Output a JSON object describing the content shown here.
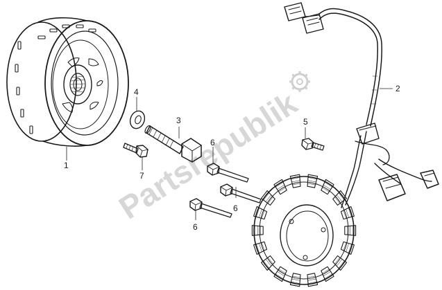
{
  "watermark": {
    "text": "Partsrepublik",
    "color": "#d9d9d9"
  },
  "callouts": [
    {
      "id": "1",
      "label": "1"
    },
    {
      "id": "2",
      "label": "2"
    },
    {
      "id": "3",
      "label": "3"
    },
    {
      "id": "4",
      "label": "4"
    },
    {
      "id": "5",
      "label": "5"
    },
    {
      "id": "6a",
      "label": "6"
    },
    {
      "id": "6b",
      "label": "6"
    },
    {
      "id": "6c",
      "label": "6"
    },
    {
      "id": "7",
      "label": "7"
    }
  ],
  "colors": {
    "line": "#1a1a1a",
    "background": "#ffffff"
  }
}
